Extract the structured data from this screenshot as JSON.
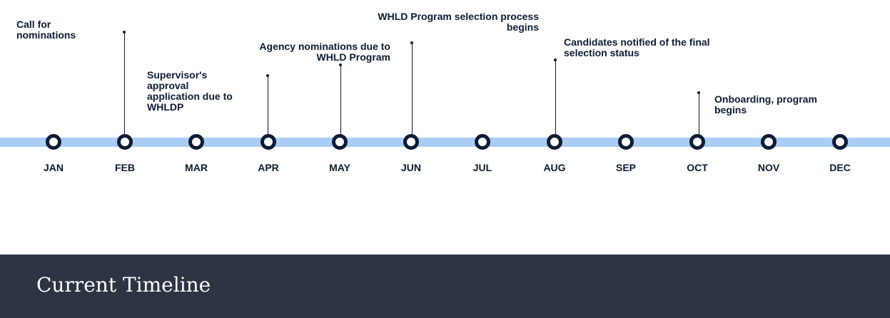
{
  "timeline": {
    "months": [
      "JAN",
      "FEB",
      "MAR",
      "APR",
      "MAY",
      "JUN",
      "JUL",
      "AUG",
      "SEP",
      "OCT",
      "NOV",
      "DEC"
    ],
    "events": {
      "feb": "Call for\nnominations",
      "apr": "Supervisor's\napproval\napplication due to\nWHLDP",
      "may": "Agency nominations due to\nWHLD Program",
      "jun": "WHLD Program selection process\nbegins",
      "aug": "Candidates notified of the final\nselection status",
      "oct": "Onboarding, program\nbegins"
    }
  },
  "footer": {
    "title": "Current Timeline"
  },
  "colors": {
    "track": "#a9cdf4",
    "node_border": "#0d1b35",
    "text": "#0d1b35",
    "footer_bg": "#2d3443",
    "footer_text": "#ffffff"
  }
}
